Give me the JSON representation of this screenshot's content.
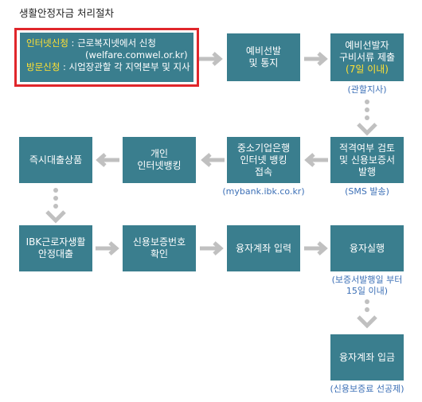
{
  "title": "생활안정자금 처리절차",
  "steps": {
    "internet": {
      "internet_label": "인터넷신청",
      "internet_text": " : 근로복지넷에서 신청",
      "internet_url": "(welfare.comwel.or.kr)",
      "visit_label": "방문신청",
      "visit_text": " : 시업장관할 각 지역본부 및 지사"
    },
    "preselect": {
      "line1": "예비선발",
      "line2": "및 통지"
    },
    "docs": {
      "line1": "예비선발자",
      "line2": "구비서류 제출",
      "line3": "(7일 이내)",
      "note": "(관할지사)"
    },
    "review": {
      "line1": "적격여부 검토",
      "line2": "및 신용보증서",
      "line3": "발행",
      "note": "(SMS 발송)"
    },
    "ibk_online": {
      "line1": "중소기업은행",
      "line2": "인터넷 뱅킹",
      "line3": "접속",
      "note": "(mybank.ibk.co.kr)"
    },
    "personal_banking": {
      "line1": "개인",
      "line2": "인터넷뱅킹"
    },
    "instant_loan": {
      "line1": "즉시대출상품"
    },
    "ibk_worker_loan": {
      "line1": "IBK근로자생활",
      "line2": "안정대출"
    },
    "guarantee_no": {
      "line1": "신용보증번호",
      "line2": "확인"
    },
    "account_input": {
      "line1": "융자계좌 입력"
    },
    "loan_exec": {
      "line1": "융자실행",
      "note1": "(보증서발행일 부터",
      "note2": "15일 이내)"
    },
    "deposit": {
      "line1": "융자계좌 입금",
      "note": "(신용보증료 선공제)"
    }
  },
  "colors": {
    "box": "#3a7e8e",
    "highlight": "#ffe033",
    "note": "#3b6fb6",
    "frame": "#e0262b",
    "arrow": "#c0c0c0"
  }
}
